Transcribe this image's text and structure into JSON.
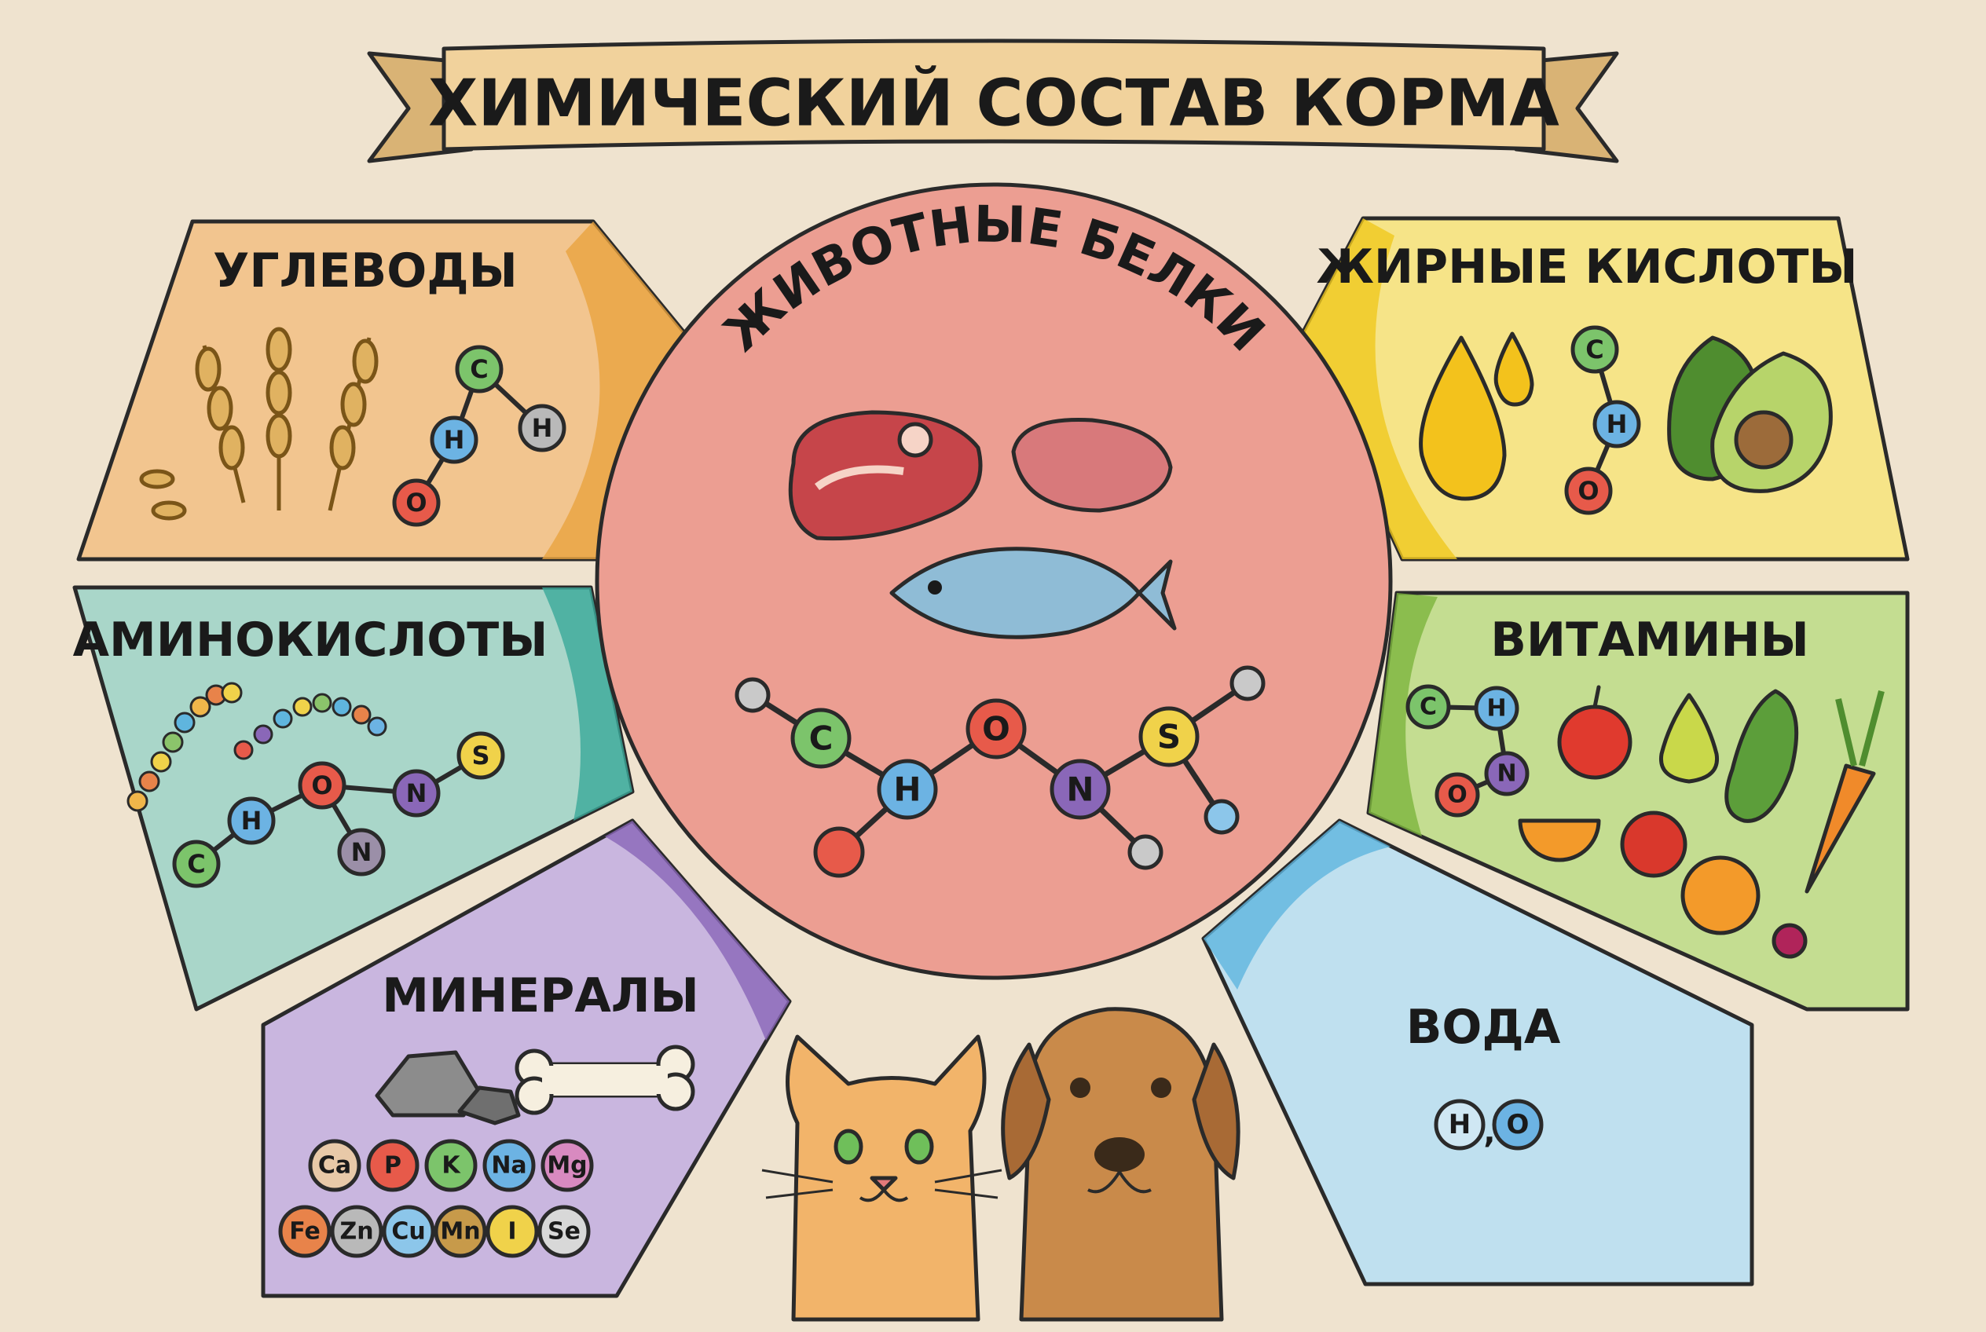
{
  "title": "ХИМИЧЕСКИЙ СОСТАВ КОРМА",
  "center": {
    "label": "ЖИВОТНЫЕ БЕЛКИ",
    "atoms": [
      "C",
      "H",
      "O",
      "N",
      "S"
    ]
  },
  "sections": {
    "carbs": {
      "label": "УГЛЕВОДЫ",
      "color": "#f2c58f",
      "accent": "#e8a23f",
      "atoms": [
        "C",
        "H",
        "H",
        "O"
      ]
    },
    "amino": {
      "label": "АМИНОКИСЛОТЫ",
      "color": "#a9d6c9",
      "accent": "#3aa99a",
      "atoms": [
        "C",
        "H",
        "O",
        "N",
        "N",
        "S"
      ]
    },
    "minerals": {
      "label": "МИНЕРАЛЫ",
      "color": "#c9b6df",
      "accent": "#8a67b8",
      "elements": [
        "Ca",
        "P",
        "K",
        "Na",
        "Mg",
        "Fe",
        "Zn",
        "Cu",
        "Mn",
        "I",
        "Se"
      ]
    },
    "fats": {
      "label": "ЖИРНЫЕ КИСЛОТЫ",
      "color": "#f6e488",
      "accent": "#f0c81e",
      "atoms": [
        "C",
        "H",
        "O"
      ]
    },
    "vitamins": {
      "label": "ВИТАМИНЫ",
      "color": "#c4dd91",
      "accent": "#7db53d",
      "atoms": [
        "C",
        "H",
        "N",
        "O"
      ]
    },
    "water": {
      "label": "ВОДА",
      "color": "#bfe0ef",
      "accent": "#5fb5de",
      "atoms": [
        "H",
        "O"
      ],
      "separator": ","
    }
  },
  "colors": {
    "center_fill": "#ec9e92",
    "ribbon": "#f1d29c",
    "paper": "#efe3cf"
  },
  "icons": [
    "wheat-icon",
    "meat-steak-icon",
    "fish-icon",
    "oil-drop-icon",
    "avocado-icon",
    "apple-icon",
    "pear-icon",
    "cucumber-icon",
    "carrot-icon",
    "tomato-icon",
    "orange-icon",
    "stone-icon",
    "bone-icon",
    "cat-icon",
    "dog-icon"
  ]
}
